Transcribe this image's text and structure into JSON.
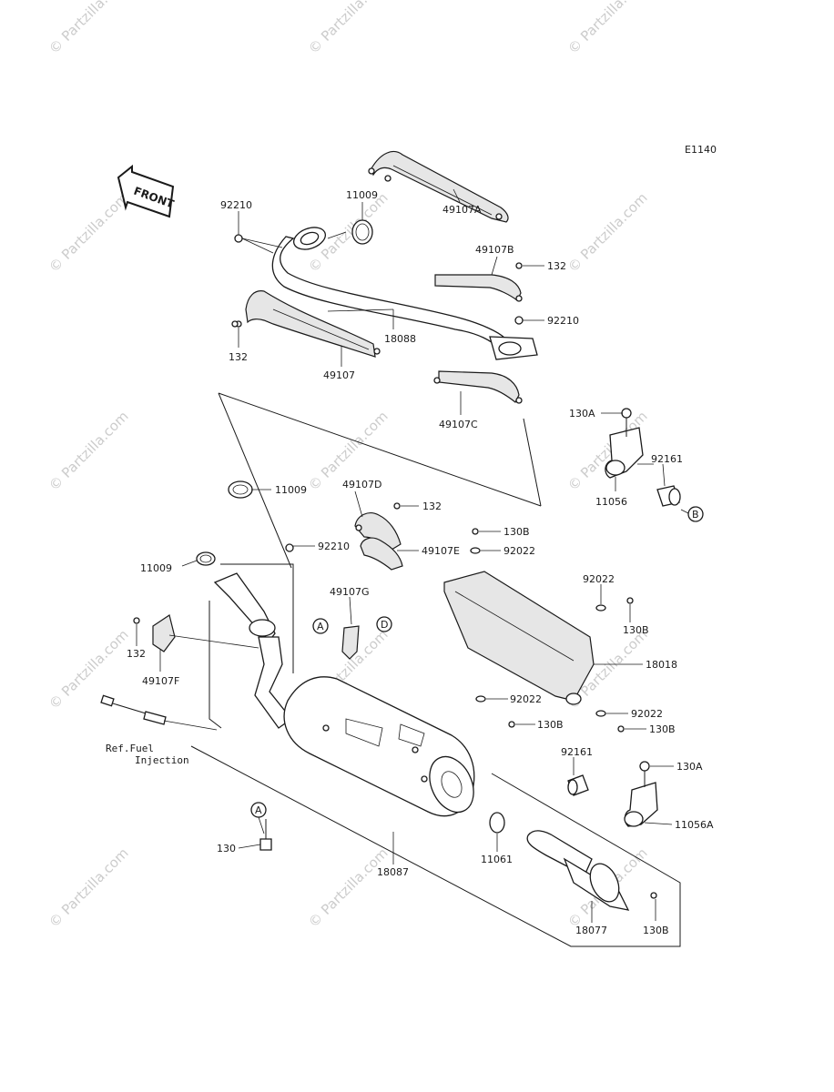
{
  "diagram_code": "E1140",
  "front_label": "FRONT",
  "watermark": "© Partzilla.com",
  "ref_note_line1": "Ref.Fuel",
  "ref_note_line2": "Injection",
  "callouts": {
    "A": "A",
    "B": "B",
    "D": "D"
  },
  "part_labels": {
    "p92210_top": "92210",
    "p11009_top": "11009",
    "p49107A": "49107A",
    "p49107B": "49107B",
    "p132_topright": "132",
    "p92210_right": "92210",
    "p18088": "18088",
    "p132_left": "132",
    "p49107": "49107",
    "p49107C": "49107C",
    "p130A_top": "130A",
    "p92161_top": "92161",
    "p11056": "11056",
    "p11009_mid": "11009",
    "p49107D": "49107D",
    "p132_mid": "132",
    "p130B_mid": "130B",
    "p92210_mid": "92210",
    "p49107E": "49107E",
    "p92022_a": "92022",
    "p11009_left": "11009",
    "p49107G": "49107G",
    "p92022_b": "92022",
    "p130B_right": "130B",
    "p132_lower": "132",
    "p49107F": "49107F",
    "p18018": "18018",
    "p92022_c": "92022",
    "p130B_c": "130B",
    "p92022_d": "92022",
    "p130B_d": "130B",
    "p92161_b": "92161",
    "p130A_b": "130A",
    "p11056A": "11056A",
    "p130": "130",
    "p18087": "18087",
    "p11061": "11061",
    "p18077": "18077",
    "p130B_bottom": "130B"
  }
}
